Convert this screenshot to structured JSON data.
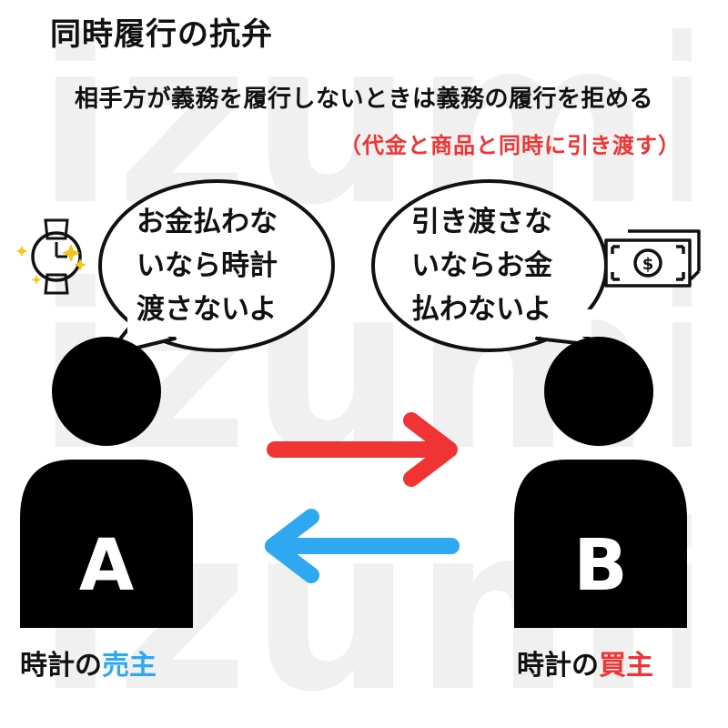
{
  "watermark": "izumin",
  "title": "同時履行の抗弁",
  "subtitle": "相手方が義務を履行しないときは義務の履行を拒める",
  "note": "（代金と商品と同時に引き渡す）",
  "bubble_a": {
    "lines": [
      "お金払わな",
      "いなら時計",
      "渡さないよ"
    ]
  },
  "bubble_b": {
    "lines": [
      "引き渡さな",
      "いならお金",
      "払わないよ"
    ]
  },
  "person_a": {
    "letter": "A",
    "role_prefix": "時計の",
    "role_emphasis": "売主",
    "role_color": "#2fa8f2"
  },
  "person_b": {
    "letter": "B",
    "role_prefix": "時計の",
    "role_emphasis": "買主",
    "role_color": "#f03434"
  },
  "arrows": {
    "a_to_b_color": "#f03434",
    "b_to_a_color": "#2fa8f2"
  },
  "icons": {
    "left": "watch-sparkle-icon",
    "right": "money-banknote-icon"
  }
}
